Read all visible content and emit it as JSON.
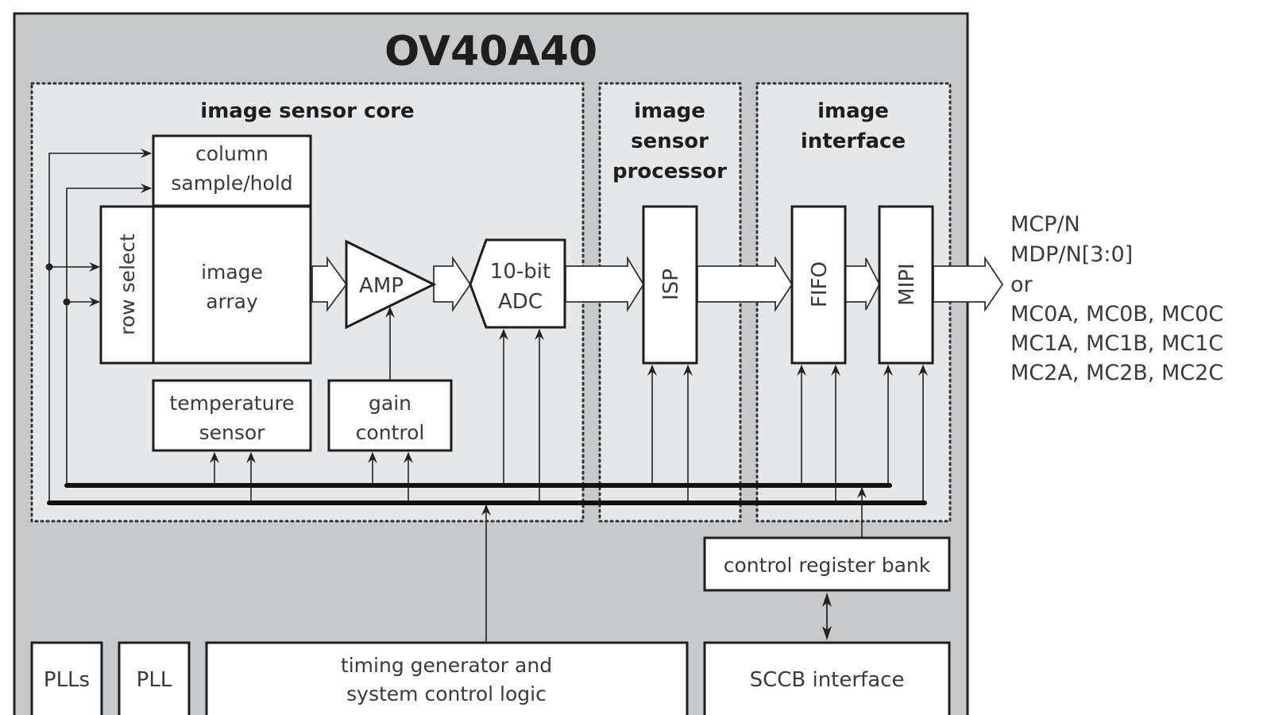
{
  "diagram": {
    "title": "OV40A40",
    "regions": {
      "core": "image sensor core",
      "isp_region": [
        "image",
        "sensor",
        "processor"
      ],
      "interface_region": [
        "image",
        "interface"
      ]
    },
    "blocks": {
      "column": [
        "column",
        "sample/hold"
      ],
      "row_select": "row select",
      "image_array": [
        "image",
        "array"
      ],
      "amp": "AMP",
      "adc": [
        "10-bit",
        "ADC"
      ],
      "temp": [
        "temperature",
        "sensor"
      ],
      "gain": [
        "gain",
        "control"
      ],
      "isp": "ISP",
      "fifo": "FIFO",
      "mipi": "MIPI",
      "crb": "control register bank",
      "plls": "PLLs",
      "pll": "PLL",
      "timing": [
        "timing generator and",
        "system control logic"
      ],
      "sccb": "SCCB interface"
    },
    "outputs": [
      "MCP/N",
      "MDP/N[3:0]",
      "or",
      "MC0A, MC0B, MC0C",
      "MC1A, MC1B, MC1C",
      "MC2A, MC2B, MC2C"
    ],
    "colors": {
      "chip_bg": "#c8c9cb",
      "region_bg": "#e6e7e8",
      "block_bg": "#ffffff",
      "stroke": "#1e1e1e"
    }
  }
}
